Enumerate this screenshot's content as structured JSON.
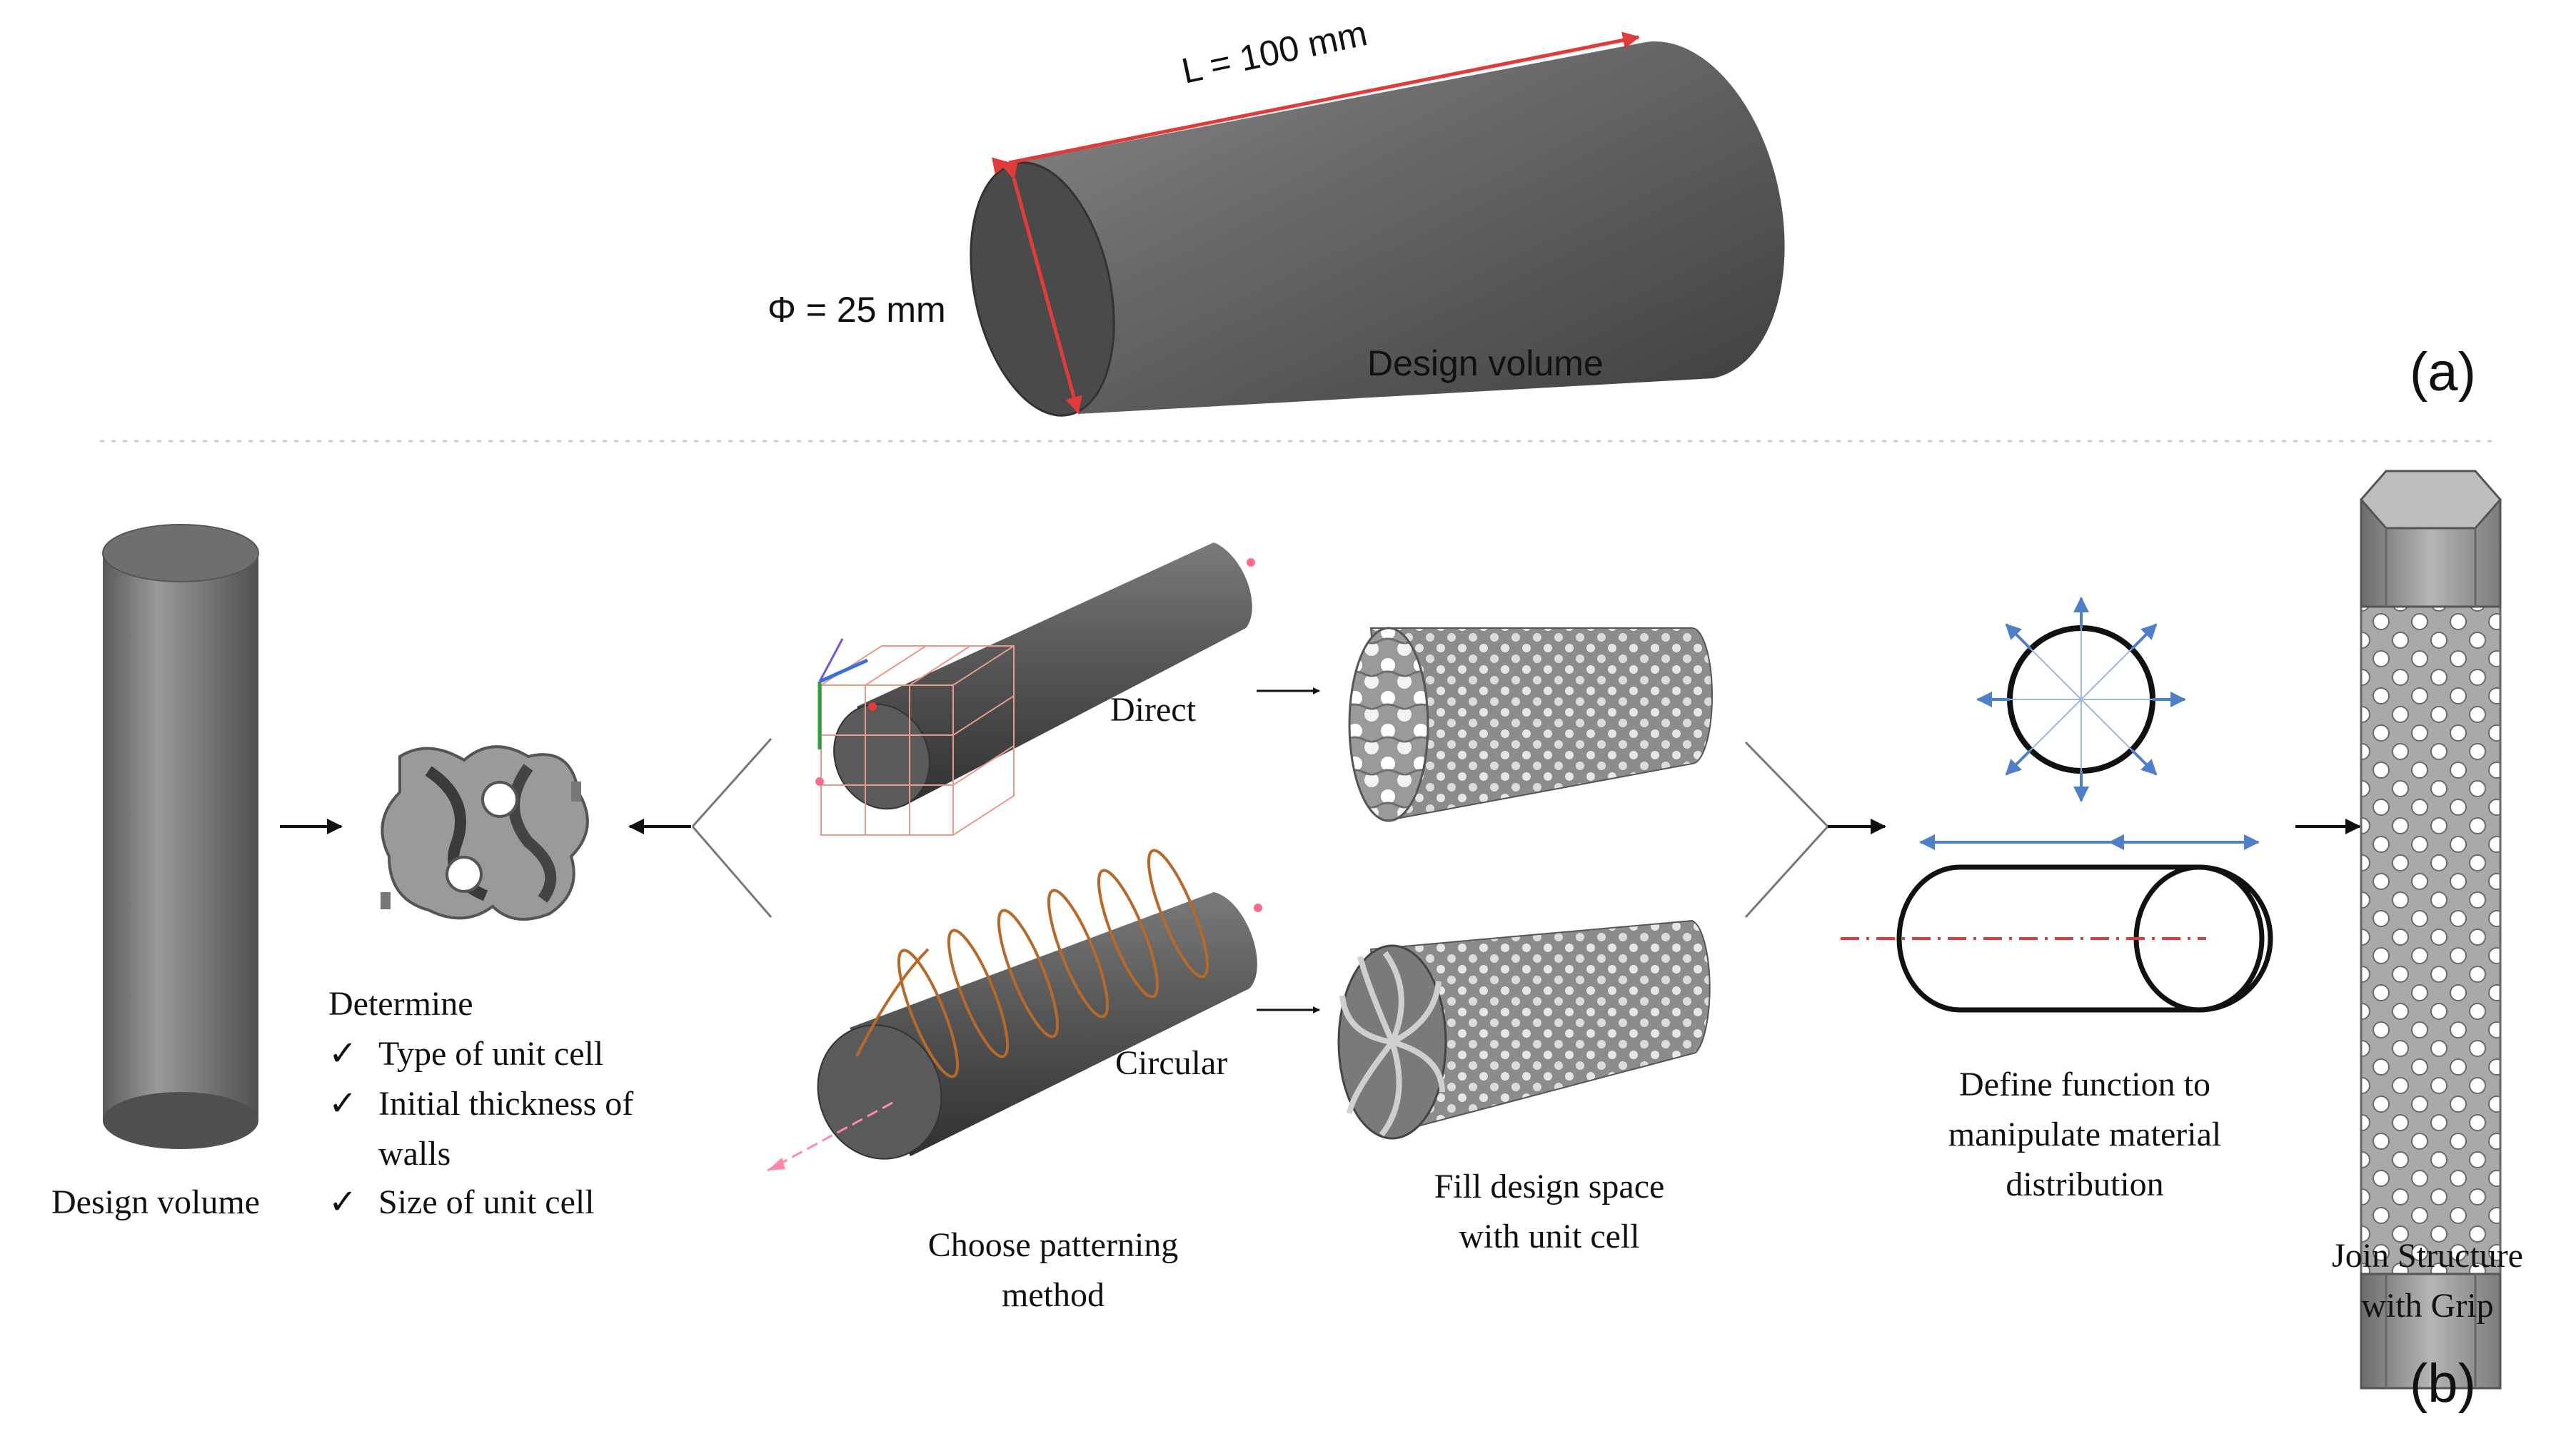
{
  "panel_a": {
    "length_label": "L = 100 mm",
    "diameter_label": "Φ = 25 mm",
    "caption": "Design volume",
    "tag": "(a)"
  },
  "panel_b": {
    "tag": "(b)",
    "design_volume": "Design volume",
    "determine": {
      "heading": "Determine",
      "items": [
        "Type of unit cell",
        "Initial thickness of",
        "walls",
        "Size of unit cell"
      ],
      "check": "✓"
    },
    "direct_label": "Direct",
    "circular_label": "Circular",
    "choose_method": [
      "Choose patterning",
      "method"
    ],
    "fill_space": [
      "Fill design space",
      "with unit cell"
    ],
    "define_function": [
      "Define function to",
      "manipulate material",
      "distribution"
    ],
    "join_structure": [
      "Join Structure",
      "with Grip"
    ]
  },
  "colors": {
    "dimension_red": "#e03a3a",
    "arrow_blue": "#4f7fc9",
    "cylinder_gray": "#5e5e5e",
    "helix_orange": "#b5692a"
  }
}
